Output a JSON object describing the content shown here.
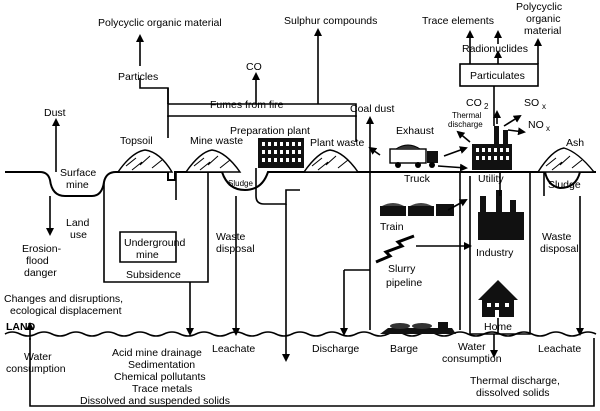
{
  "labels": {
    "polycyclic_left": "Polycyclic organic material",
    "sulphur": "Sulphur compounds",
    "trace_elements": "Trace elements",
    "polycyclic_right_1": "Polycyclic",
    "polycyclic_right_2": "organic",
    "polycyclic_right_3": "material",
    "particles": "Particles",
    "co": "CO",
    "radionuclides": "Radionuclides",
    "particulates": "Particulates",
    "fumes": "Fumes from fire",
    "co2": "CO",
    "co2_sub": "2",
    "sox": "SO",
    "sox_sub": "x",
    "nox": "NO",
    "nox_sub": "x",
    "thermal_1": "Thermal",
    "thermal_2": "discharge",
    "dust": "Dust",
    "topsoil": "Topsoil",
    "mine_waste": "Mine waste",
    "prep_plant": "Preparation plant",
    "plant_waste": "Plant waste",
    "coal_dust": "Coal dust",
    "exhaust": "Exhaust",
    "ash": "Ash",
    "surface_1": "Surface",
    "surface_2": "mine",
    "sludge_left": "Sludge",
    "truck": "Truck",
    "utility": "Utility",
    "sludge_right": "Sludge",
    "land_use_1": "Land",
    "land_use_2": "use",
    "underground_1": "Underground",
    "underground_2": "mine",
    "waste_disposal_left_1": "Waste",
    "waste_disposal_left_2": "disposal",
    "train": "Train",
    "waste_disposal_right_1": "Waste",
    "waste_disposal_right_2": "disposal",
    "erosion_1": "Erosion-",
    "erosion_2": "flood",
    "erosion_3": "danger",
    "subsidence": "Subsidence",
    "industry": "Industry",
    "slurry_1": "Slurry",
    "slurry_2": "pipeline",
    "changes_1": "Changes and disruptions,",
    "changes_2": "ecological displacement",
    "land": "LAND",
    "home": "Home",
    "water_cons_left_1": "Water",
    "water_cons_left_2": "consumption",
    "acid": "Acid mine drainage",
    "sedimentation": "Sedimentation",
    "chemical": "Chemical pollutants",
    "trace_metals": "Trace metals",
    "dissolved": "Dissolved and suspended solids",
    "leachate_left": "Leachate",
    "discharge": "Discharge",
    "barge": "Barge",
    "water_cons_right_1": "Water",
    "water_cons_right_2": "consumption",
    "leachate_right": "Leachate",
    "thermal_bottom_1": "Thermal discharge,",
    "thermal_bottom_2": "dissolved solids"
  }
}
